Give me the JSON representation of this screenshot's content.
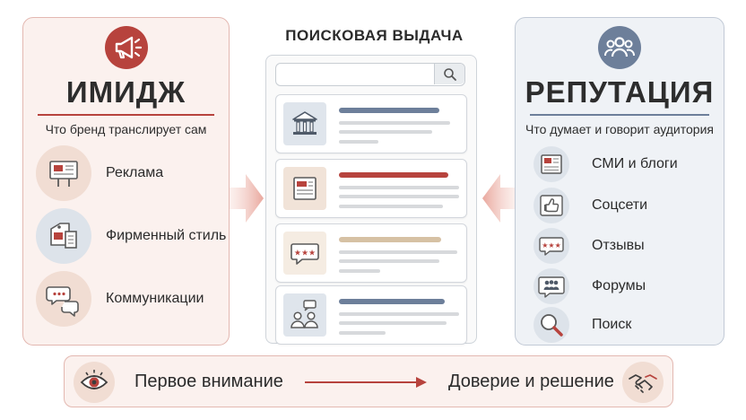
{
  "left": {
    "title": "ИМИДЖ",
    "subtitle": "Что бренд транслирует сам",
    "icon": "megaphone-icon",
    "items": [
      {
        "label": "Реклама",
        "icon": "billboard-icon"
      },
      {
        "label": "Фирменный стиль",
        "icon": "brand-tag-icon"
      },
      {
        "label": "Коммуникации",
        "icon": "chat-bubbles-icon"
      }
    ]
  },
  "center": {
    "title": "ПОИСКОВАЯ ВЫДАЧА",
    "results": [
      {
        "icon": "building-icon"
      },
      {
        "icon": "newspaper-icon"
      },
      {
        "icon": "rating-bubble-icon"
      },
      {
        "icon": "people-discussion-icon"
      }
    ]
  },
  "right": {
    "title": "РЕПУТАЦИЯ",
    "subtitle": "Что думает и говорит аудитория",
    "icon": "audience-icon",
    "items": [
      {
        "label": "СМИ и блоги",
        "icon": "newspaper-icon"
      },
      {
        "label": "Соцсети",
        "icon": "thumbs-up-icon"
      },
      {
        "label": "Отзывы",
        "icon": "rating-bubble-icon"
      },
      {
        "label": "Форумы",
        "icon": "forum-icon"
      },
      {
        "label": "Поиск",
        "icon": "magnifier-icon"
      }
    ]
  },
  "bottom": {
    "start": "Первое внимание",
    "end": "Доверие и решение"
  },
  "colors": {
    "accent_red": "#b7433d",
    "accent_blue": "#6d7f9a",
    "accent_tan": "#d6c1a4"
  }
}
